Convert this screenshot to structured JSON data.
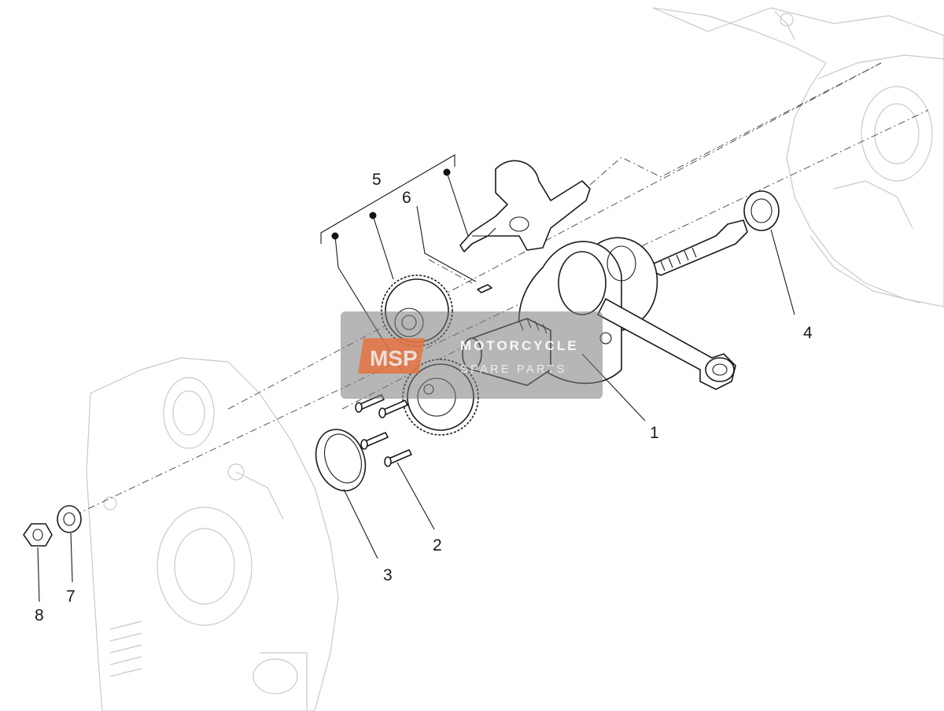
{
  "diagram": {
    "callouts": [
      {
        "id": "1",
        "label": "1"
      },
      {
        "id": "2",
        "label": "2"
      },
      {
        "id": "3",
        "label": "3"
      },
      {
        "id": "4",
        "label": "4"
      },
      {
        "id": "5",
        "label": "5"
      },
      {
        "id": "6",
        "label": "6"
      },
      {
        "id": "7",
        "label": "7"
      },
      {
        "id": "8",
        "label": "8"
      }
    ]
  },
  "watermark": {
    "line1": "MOTORCYCLE",
    "line2": "SPARE PARTS",
    "logo_letters": "MSP",
    "logo_color": "#e8703a",
    "panel_color": "#7a7a7a"
  }
}
